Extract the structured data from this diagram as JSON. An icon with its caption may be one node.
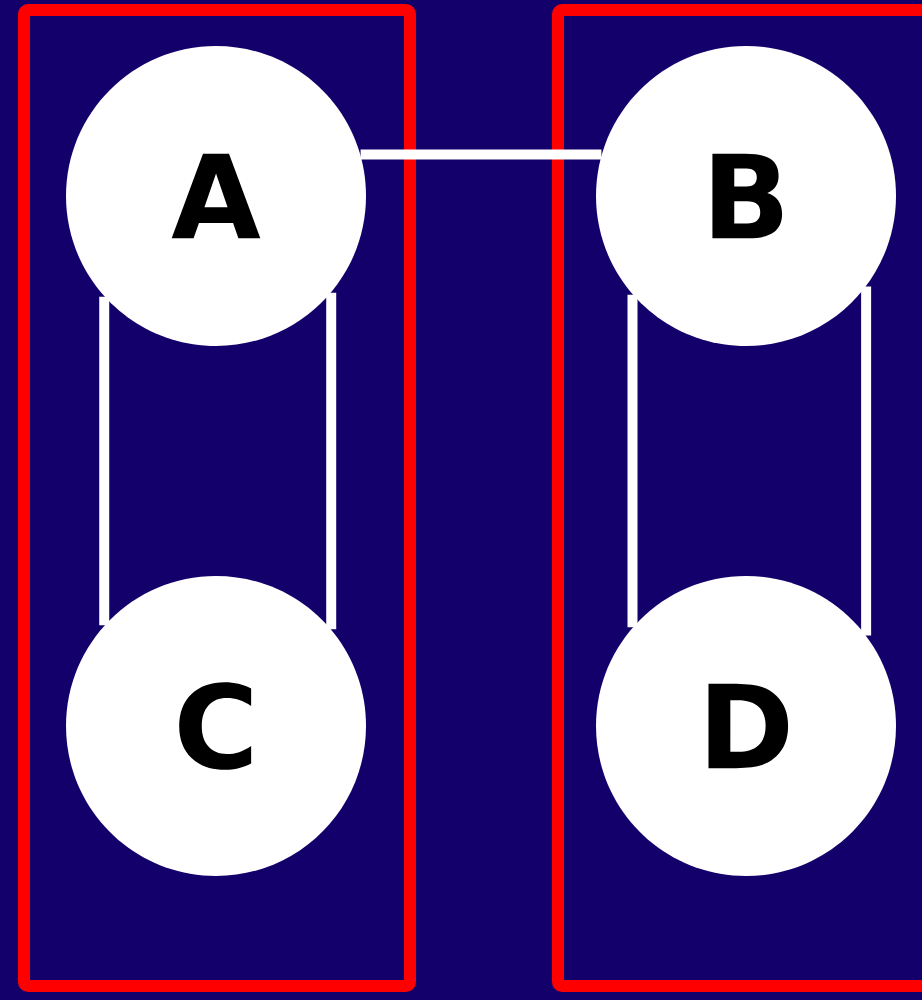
{
  "diagram": {
    "nodes": [
      {
        "text": [],
        "shape": "box"
      },
      {
        "text": [
          "A"
        ],
        "in": 0
      },
      {
        "text": [
          "C"
        ],
        "in": 0
      },
      {
        "text": [],
        "shape": "box"
      },
      {
        "text": [
          "B"
        ],
        "in": 3
      },
      {
        "text": [
          "D"
        ],
        "in": 3
      }
    ],
    "edges": [
      {
        "from": 1,
        "to": 4,
        "arrow": "none"
      },
      {
        "from": 1,
        "to": 2,
        "arrow": "none"
      },
      {
        "from": 1,
        "to": 2,
        "arrow": "none"
      },
      {
        "from": 4,
        "to": 5,
        "arrow": "none"
      },
      {
        "from": 4,
        "to": 5,
        "arrow": "none"
      }
    ]
  }
}
